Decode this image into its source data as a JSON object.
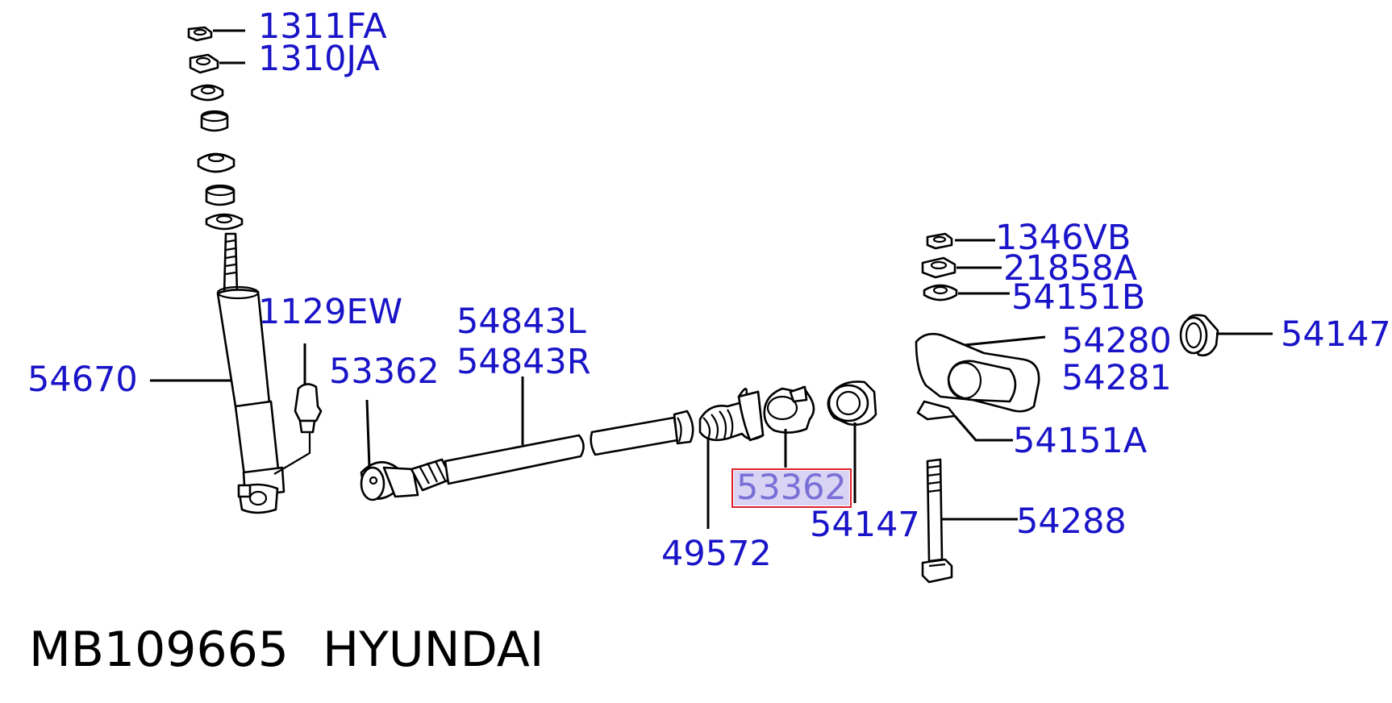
{
  "labels": {
    "p1311FA": "1311FA",
    "p1310JA": "1310JA",
    "p1129EW": "1129EW",
    "p54670": "54670",
    "p53362_left": "53362",
    "p54843L": "54843L",
    "p54843R": "54843R",
    "p53362_selected": "53362",
    "p49572": "49572",
    "p54147_lower": "54147",
    "p1346VB": "1346VB",
    "p21858A": "21858A",
    "p54151B": "54151B",
    "p54280": "54280",
    "p54281": "54281",
    "p54147_right": "54147",
    "p54151A": "54151A",
    "p54288": "54288"
  },
  "footer": {
    "part_number": "MB109665",
    "brand": "HYUNDAI"
  },
  "colors": {
    "label": "#1a14c8",
    "selected_label": "#7a6fd6",
    "selected_border": "#e0202a"
  },
  "selected_label": "p53362_selected"
}
